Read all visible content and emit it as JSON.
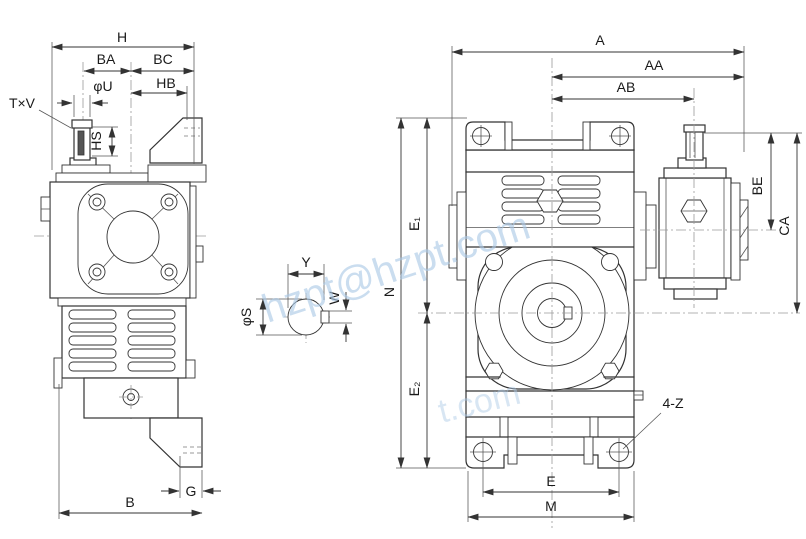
{
  "watermark": {
    "text": "hzpt@hzpt.com",
    "fragment": "t.com"
  },
  "colors": {
    "line": "#333333",
    "centerline": "#9a9a9a",
    "watermark": "#abc9e6",
    "label": "#1a1a1a",
    "background": "#ffffff"
  },
  "side_view": {
    "name": "worm reducer side view",
    "labels": {
      "h": "H",
      "ba": "BA",
      "bc": "BC",
      "phi_u": "φU",
      "hb": "HB",
      "txv": "T×V",
      "hs": "HS",
      "g": "G",
      "b": "B"
    }
  },
  "shaft_detail": {
    "name": "output shaft cross-section",
    "labels": {
      "y": "Y",
      "w": "W",
      "phi_s": "φS"
    }
  },
  "front_view": {
    "name": "worm reducer front view with side unit",
    "labels": {
      "a": "A",
      "aa": "AA",
      "ab": "AB",
      "n": "N",
      "e1": "E₁",
      "e2": "E₂",
      "be": "BE",
      "ca": "CA",
      "e": "E",
      "m": "M",
      "holes": "4-Z"
    }
  }
}
